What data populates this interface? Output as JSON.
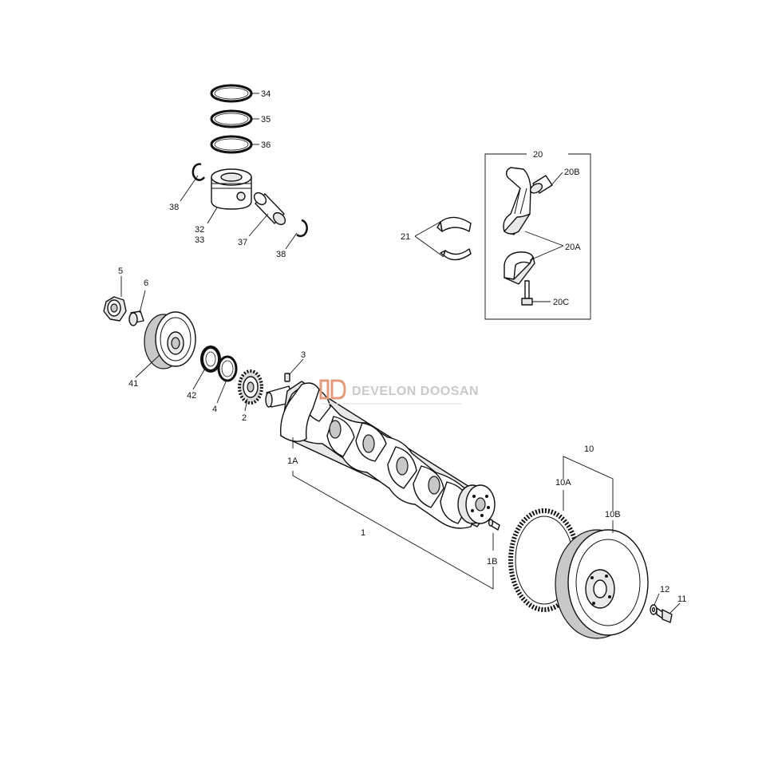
{
  "watermark": {
    "text": "DEVELON DOOSAN",
    "color": "#c9c9c9",
    "logo_color": "#e39a7a"
  },
  "labels": {
    "p34": "34",
    "p35": "35",
    "p36": "36",
    "p38a": "38",
    "p32": "32",
    "p33": "33",
    "p37": "37",
    "p38b": "38",
    "p20": "20",
    "p20b": "20B",
    "p21": "21",
    "p20a": "20A",
    "p20c": "20C",
    "p5": "5",
    "p6": "6",
    "p41": "41",
    "p42": "42",
    "p4": "4",
    "p2": "2",
    "p3": "3",
    "p1a": "1A",
    "p1": "1",
    "p1b": "1B",
    "p10": "10",
    "p10a": "10A",
    "p10b": "10B",
    "p12": "12",
    "p11": "11"
  }
}
